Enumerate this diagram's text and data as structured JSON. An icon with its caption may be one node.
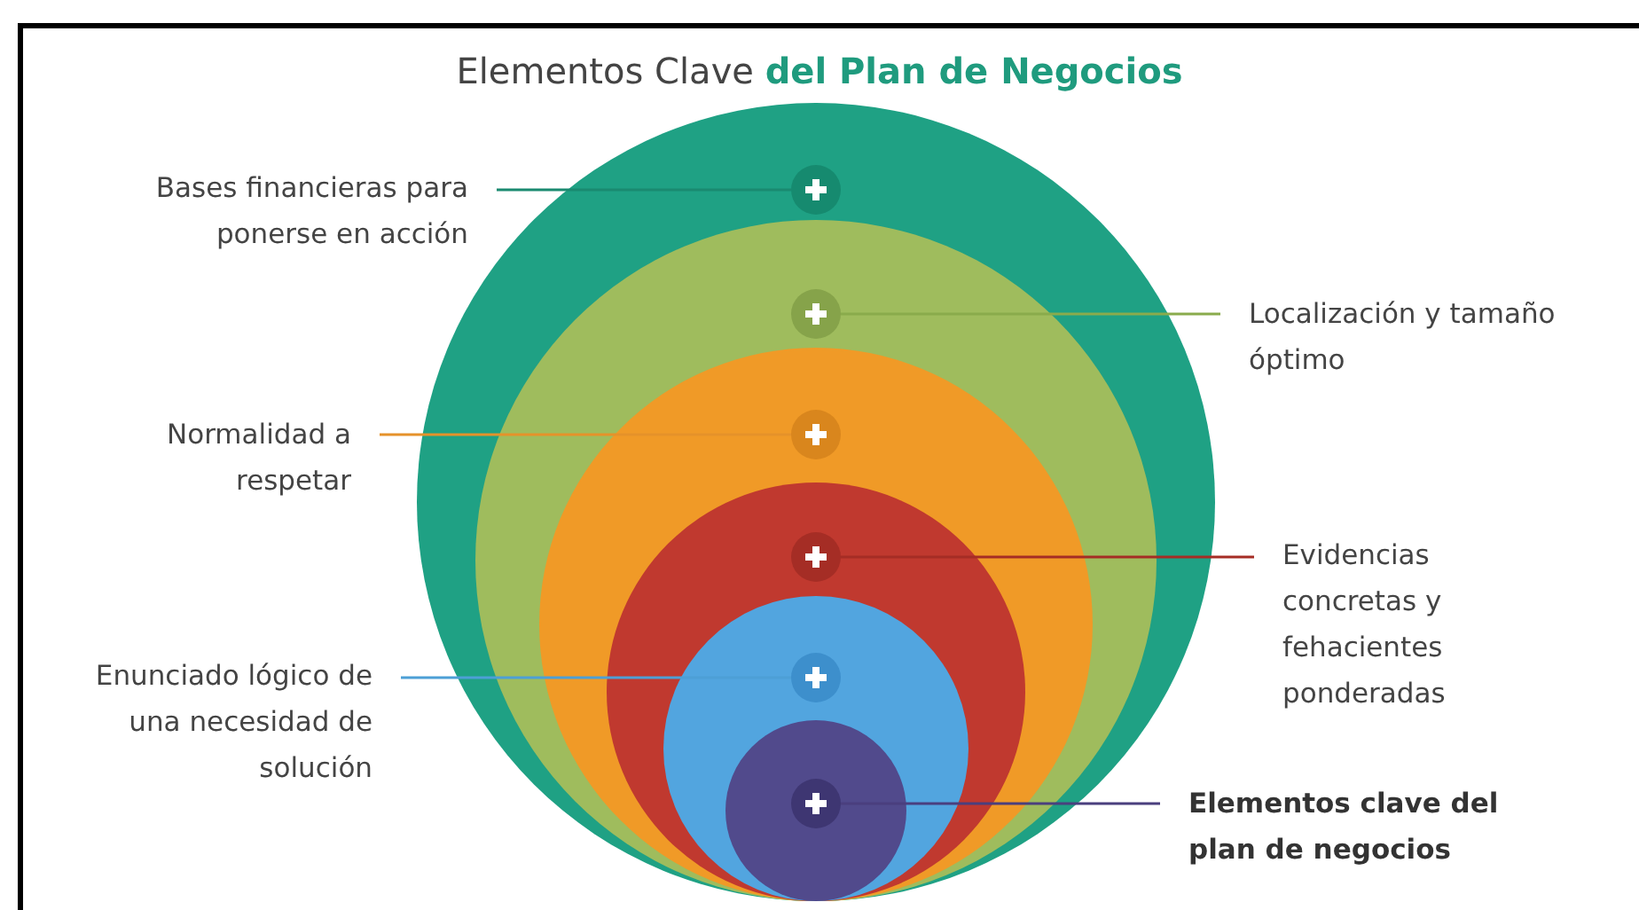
{
  "diagram": {
    "title": "Elementos Clave **del Plan de Negocios**",
    "nodes": [
      {
        "text": [
          "Bases financieras para ponerse en acción"
        ]
      },
      {
        "text": [
          "Localización y tamaño óptimo"
        ]
      },
      {
        "text": [
          "Normalidad a respetar"
        ]
      },
      {
        "text": [
          "Evidencias concretas y fehacientes ponderadas"
        ]
      },
      {
        "text": [
          "Enunciado lógico de una necesidad de solución"
        ]
      },
      {
        "text": [
          "Elementos clave del plan de negocios"
        ]
      },
      {
        "text": [],
        "shape": "circle"
      },
      {
        "text": [],
        "shape": "circle"
      },
      {
        "text": [],
        "shape": "circle"
      },
      {
        "text": [],
        "shape": "circle"
      },
      {
        "text": [],
        "shape": "circle"
      },
      {
        "text": [],
        "shape": "circle"
      }
    ],
    "edges": [
      {
        "from": 0,
        "to": 6,
        "arrow": "none",
        "color": "#1a8a70"
      },
      {
        "from": 1,
        "to": 7,
        "arrow": "none",
        "color": "#8aab4c"
      },
      {
        "from": 2,
        "to": 8,
        "arrow": "none",
        "color": "#e5922a"
      },
      {
        "from": 3,
        "to": 9,
        "arrow": "none",
        "color": "#a52d25"
      },
      {
        "from": 4,
        "to": 10,
        "arrow": "none",
        "color": "#4d9fd6"
      },
      {
        "from": 5,
        "to": 11,
        "arrow": "none",
        "color": "#4a3f7e"
      }
    ]
  }
}
